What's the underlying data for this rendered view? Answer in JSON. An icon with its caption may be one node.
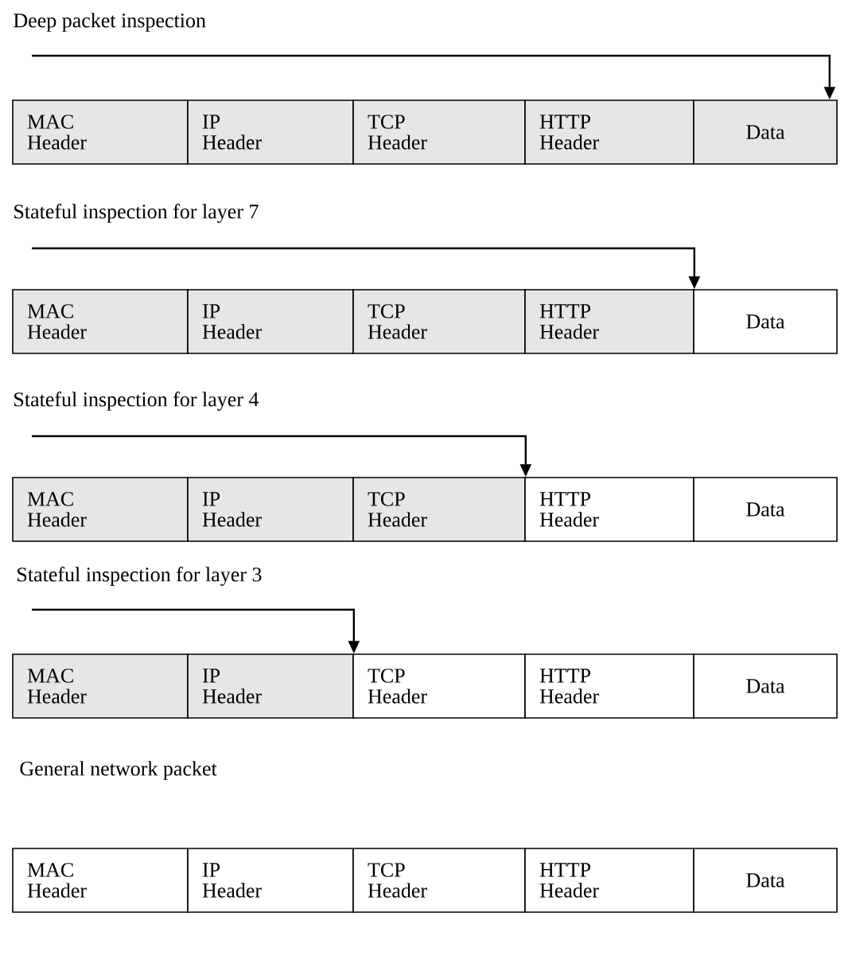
{
  "diagram": {
    "nodes": [
      {
        "text": [
          "MAC Header"
        ]
      },
      {
        "text": [
          "IP Header"
        ]
      },
      {
        "text": [
          "TCP Header"
        ]
      },
      {
        "text": [
          "HTTP Header"
        ]
      },
      {
        "text": [
          "Data"
        ]
      },
      {
        "text": [
          "MAC Header"
        ]
      },
      {
        "text": [
          "IP Header"
        ]
      },
      {
        "text": [
          "TCP Header"
        ]
      },
      {
        "text": [
          "HTTP Header"
        ]
      },
      {
        "text": [
          "Data"
        ]
      },
      {
        "text": [
          "MAC Header"
        ]
      },
      {
        "text": [
          "IP Header"
        ]
      },
      {
        "text": [
          "TCP Header"
        ]
      },
      {
        "text": [
          "HTTP Header"
        ]
      },
      {
        "text": [
          "Data"
        ]
      },
      {
        "text": [
          "MAC Header"
        ]
      },
      {
        "text": [
          "IP Header"
        ]
      },
      {
        "text": [
          "TCP Header"
        ]
      },
      {
        "text": [
          "HTTP Header"
        ]
      },
      {
        "text": [
          "Data"
        ]
      },
      {
        "text": [
          "MAC Header"
        ]
      },
      {
        "text": [
          "IP Header"
        ]
      },
      {
        "text": [
          "TCP Header"
        ]
      },
      {
        "text": [
          "HTTP Header"
        ]
      },
      {
        "text": [
          "Data"
        ]
      }
    ],
    "edges": [
      {
        "from": null,
        "to": 4,
        "arrow": "to"
      },
      {
        "from": null,
        "to": 8,
        "arrow": "to"
      },
      {
        "from": null,
        "to": 12,
        "arrow": "to"
      },
      {
        "from": null,
        "to": 16,
        "arrow": "to"
      }
    ],
    "labels": [
      "Deep packet inspection",
      "Stateful inspection for layer 7",
      "Stateful inspection for layer 4",
      "Stateful inspection for layer 3",
      "General network packet"
    ]
  }
}
